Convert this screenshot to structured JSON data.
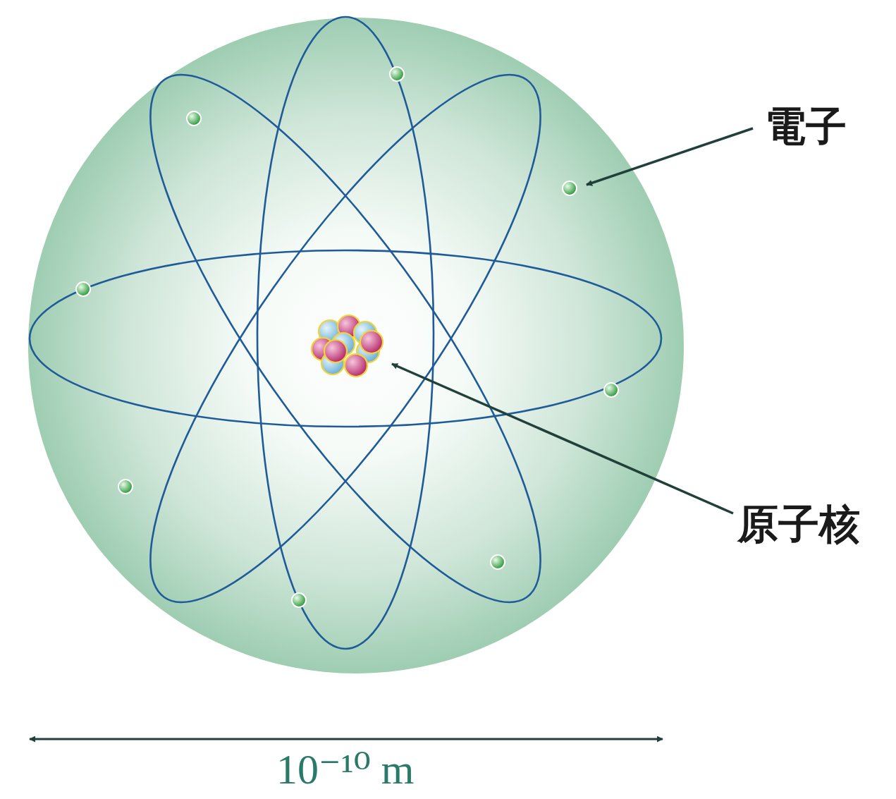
{
  "diagram": {
    "labels": [
      "電子",
      "原子核",
      "10⁻¹⁰ m"
    ]
  }
}
